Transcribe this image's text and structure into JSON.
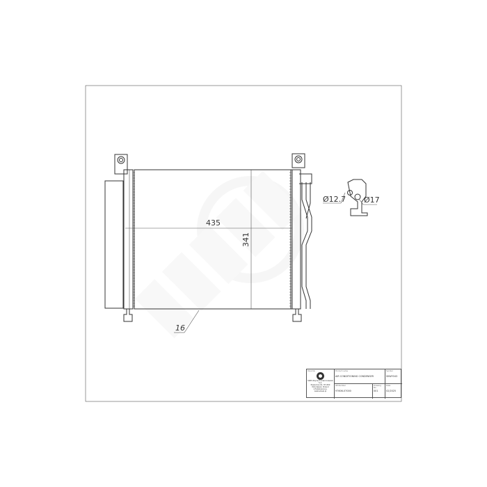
{
  "dimensions": {
    "width": "435",
    "height": "341",
    "core_thickness": "16",
    "inlet_diameter": "Ø12.7",
    "outlet_diameter": "Ø17"
  },
  "title_block": {
    "importer_label": "Importer",
    "importer_lines": [
      "SWB Wojciech Adamczewski S.A.",
      "Pasieczna 61, 87-800 Włocławek, Poland",
      "info@skwal.eu, www.skwal.pl"
    ],
    "product_name_label": "Product name",
    "product_name": "AIR CONDITIONING CONDENSER",
    "symbol_label": "Symbol",
    "symbol": "SKWY043",
    "oe_number_label": "OE Number",
    "oe_number": "97606-07000",
    "drawing_no_label": "Drawing No.",
    "drawing_no": "001",
    "date_label": "Date",
    "date": "02/2025"
  },
  "watermark": "SKWAL",
  "colors": {
    "line": "#333333",
    "watermark": "#f0f0f0"
  }
}
